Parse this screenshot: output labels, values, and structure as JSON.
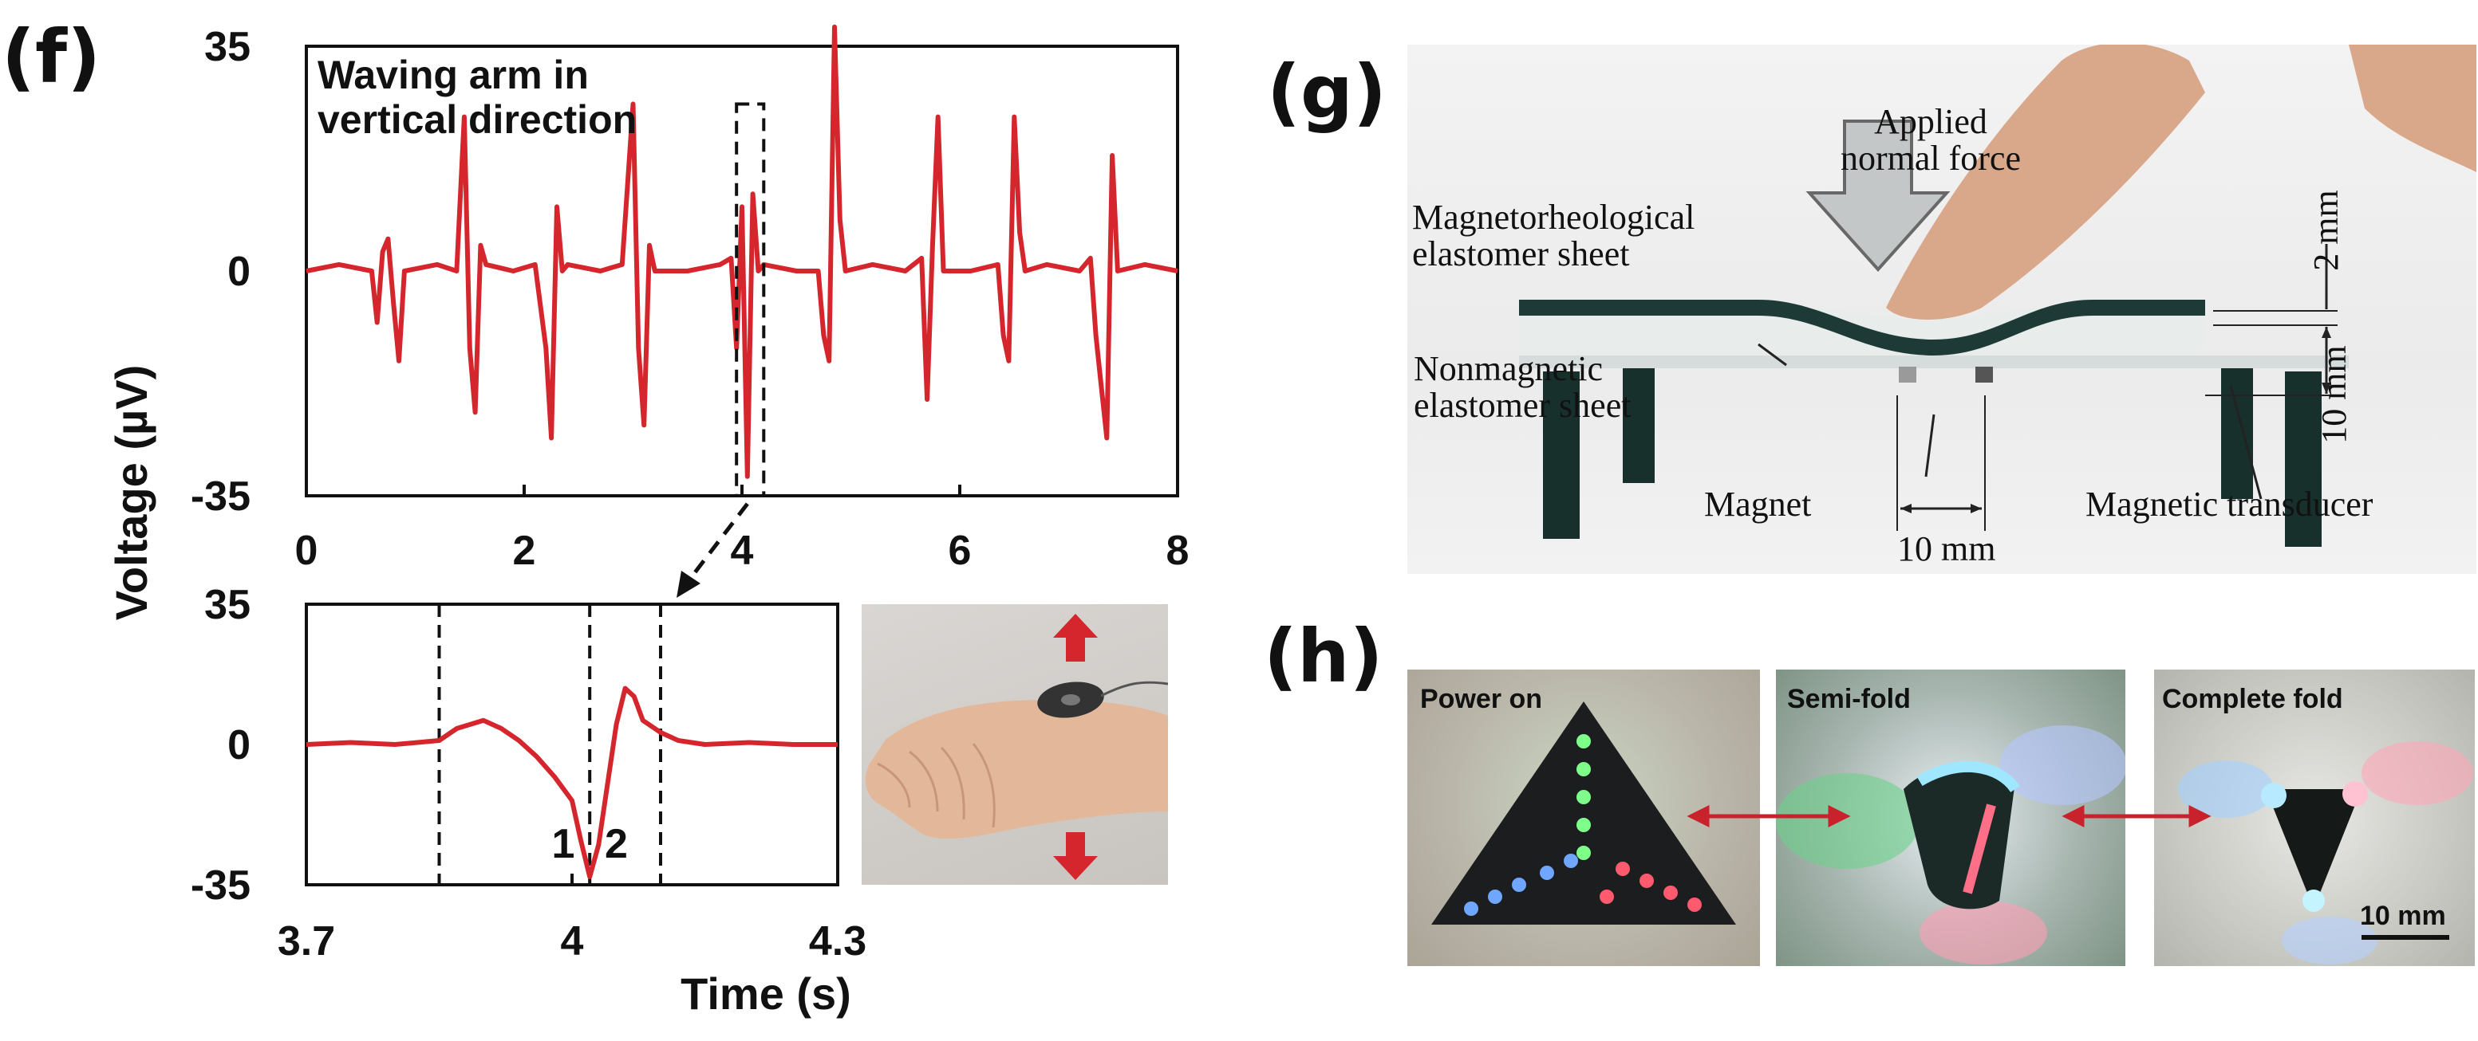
{
  "panels": {
    "f": "(f)",
    "g": "(g)",
    "h": "(h)"
  },
  "chart_data": [
    {
      "type": "line",
      "title": "Waving arm in vertical direction",
      "title_lines": [
        "Waving arm in",
        "vertical direction"
      ],
      "ylabel": "Voltage (µV)",
      "xlabel": "",
      "xlim": [
        0,
        8
      ],
      "ylim": [
        -35,
        35
      ],
      "xticks": [
        "0",
        "2",
        "4",
        "6",
        "8"
      ],
      "yticks": [
        "35",
        "0",
        "-35"
      ],
      "grid": false,
      "color": "#d4262c",
      "series": [
        {
          "x": [
            0,
            0.3,
            0.6,
            0.65,
            0.7,
            0.75,
            0.8,
            0.85,
            0.9,
            1.2,
            1.38,
            1.45,
            1.5,
            1.55,
            1.6,
            1.65,
            1.9,
            2.1,
            2.2,
            2.25,
            2.3,
            2.35,
            2.4,
            2.7,
            2.9,
            3.0,
            3.05,
            3.1,
            3.15,
            3.2,
            3.5,
            3.8,
            3.9,
            3.95,
            4.0,
            4.05,
            4.1,
            4.15,
            4.2,
            4.5,
            4.7,
            4.75,
            4.8,
            4.85,
            4.9,
            4.95,
            5.2,
            5.5,
            5.65,
            5.7,
            5.75,
            5.8,
            5.85,
            6.1,
            6.35,
            6.4,
            6.45,
            6.5,
            6.55,
            6.6,
            6.8,
            7.1,
            7.2,
            7.25,
            7.3,
            7.35,
            7.4,
            7.45,
            7.7,
            8.0
          ],
          "y": [
            0,
            1,
            0,
            -8,
            3,
            5,
            -5,
            -14,
            0,
            1,
            0,
            24,
            -12,
            -22,
            4,
            1,
            0,
            1,
            -12,
            -26,
            10,
            0,
            1,
            0,
            1,
            26,
            -12,
            -24,
            4,
            0,
            0,
            1,
            2,
            -12,
            10,
            -32,
            12,
            0,
            1,
            0,
            0,
            -10,
            -14,
            38,
            8,
            0,
            1,
            0,
            2,
            -20,
            4,
            24,
            0,
            0,
            1,
            -10,
            -14,
            24,
            6,
            0,
            1,
            0,
            2,
            -10,
            -18,
            -26,
            18,
            0,
            1,
            0
          ]
        }
      ]
    },
    {
      "type": "line",
      "xlabel": "Time (s)",
      "ylabel": "",
      "xlim": [
        3.7,
        4.3
      ],
      "ylim": [
        -35,
        35
      ],
      "xticks": [
        "3.7",
        "4",
        "4.3"
      ],
      "yticks": [
        "35",
        "0",
        "-35"
      ],
      "grid": false,
      "color": "#d4262c",
      "markers": [
        "1",
        "2"
      ],
      "series": [
        {
          "x": [
            3.7,
            3.75,
            3.8,
            3.85,
            3.87,
            3.9,
            3.92,
            3.94,
            3.96,
            3.98,
            4.0,
            4.01,
            4.02,
            4.03,
            4.04,
            4.05,
            4.06,
            4.07,
            4.08,
            4.1,
            4.12,
            4.15,
            4.2,
            4.25,
            4.3
          ],
          "y": [
            0,
            0.5,
            0,
            1,
            4,
            6,
            4,
            1,
            -3,
            -8,
            -14,
            -24,
            -33,
            -25,
            -10,
            5,
            14,
            12,
            6,
            3,
            1,
            0,
            0.5,
            0,
            0
          ]
        }
      ]
    }
  ],
  "zoom_box_x": [
    3.95,
    4.2
  ],
  "zoom_box_y": [
    -35,
    26
  ],
  "dashed_lines_x": [
    3.85,
    4.02,
    4.1
  ],
  "photo_g": {
    "labels": {
      "applied_force": [
        "Applied",
        "normal force"
      ],
      "mre_sheet": [
        "Magnetorheological",
        "elastomer sheet"
      ],
      "nonmag_sheet": [
        "Nonmagnetic",
        "elastomer sheet"
      ],
      "magnet": "Magnet",
      "transducer": "Magnetic transducer",
      "dim_10mm_bottom": "10 mm",
      "dim_2mm": "2 mm",
      "dim_10mm_side": "10 mm"
    }
  },
  "photo_h": {
    "labels": {
      "power_on": "Power on",
      "semi_fold": "Semi-fold",
      "complete_fold": "Complete fold",
      "scale": "10 mm"
    }
  }
}
